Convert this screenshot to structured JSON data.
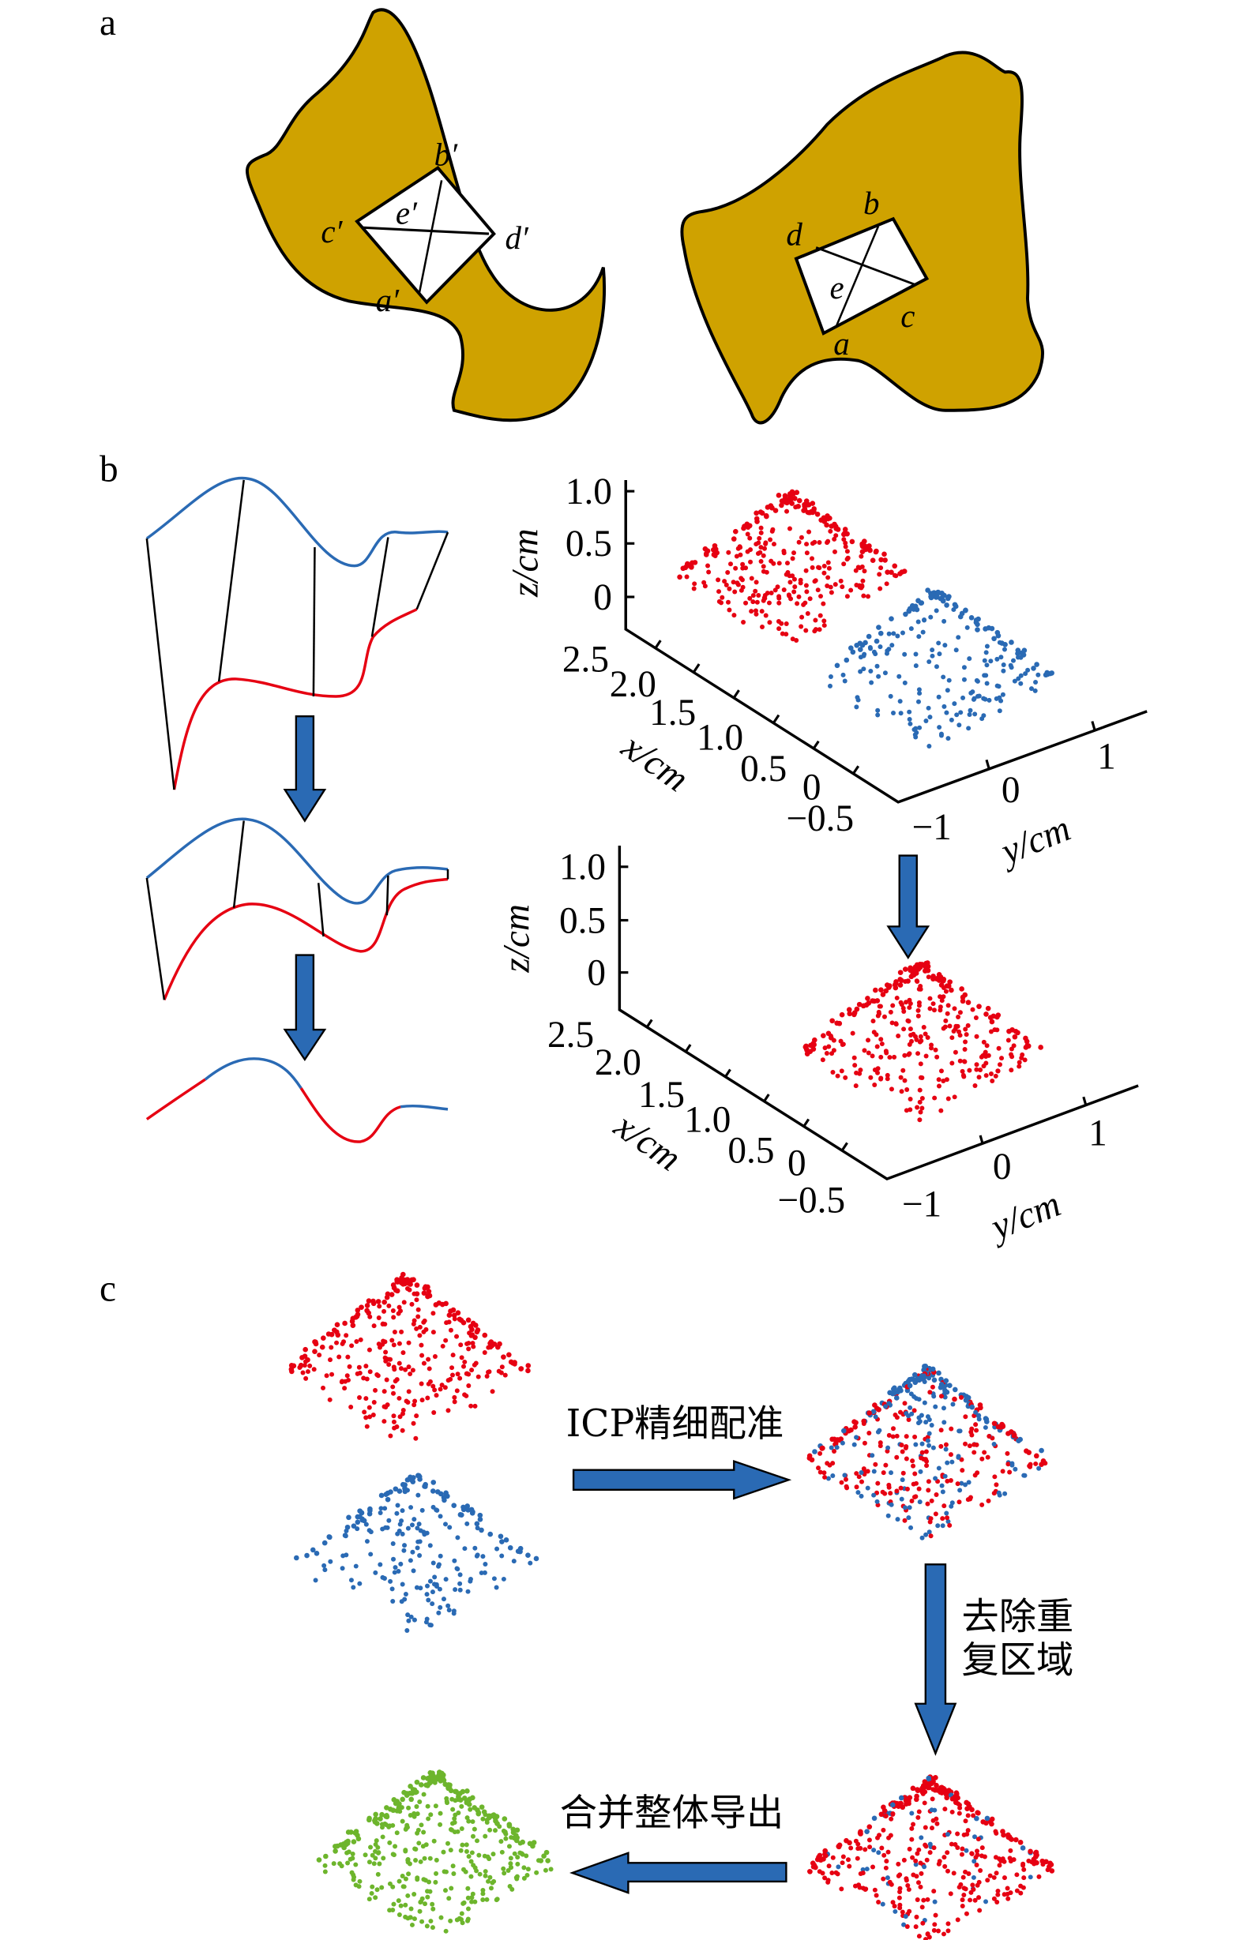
{
  "panels": {
    "a": {
      "label": "a",
      "left_points": {
        "a": "a′",
        "b": "b′",
        "c": "c′",
        "d": "d′",
        "e": "e′"
      },
      "right_points": {
        "a": "a",
        "b": "b",
        "c": "c",
        "d": "d",
        "e": "e"
      }
    },
    "b": {
      "label": "b",
      "plots": [
        {
          "z_label": "z/cm",
          "x_label": "x/cm",
          "y_label": "y/cm",
          "z_ticks": [
            "1.0",
            "0.5",
            "0"
          ],
          "x_ticks": [
            "2.5",
            "2.0",
            "1.5",
            "1.0",
            "0.5",
            "0",
            "−0.5"
          ],
          "y_ticks": [
            "−1",
            "0",
            "1"
          ]
        },
        {
          "z_label": "z/cm",
          "x_label": "x/cm",
          "y_label": "y/cm",
          "z_ticks": [
            "1.0",
            "0.5",
            "0"
          ],
          "x_ticks": [
            "2.5",
            "2.0",
            "1.5",
            "1.0",
            "0.5",
            "0",
            "−0.5"
          ],
          "y_ticks": [
            "−1",
            "0",
            "1"
          ]
        }
      ]
    },
    "c": {
      "label": "c",
      "step1": "ICP精细配准",
      "step2_line1": "去除重",
      "step2_line2": "复区域",
      "step3": "合并整体导出"
    }
  },
  "colors": {
    "surface": "#CFA200",
    "red": "#E60012",
    "blue": "#2A6AB4",
    "green": "#6DB52C",
    "arrow": "#2A6AB4"
  }
}
